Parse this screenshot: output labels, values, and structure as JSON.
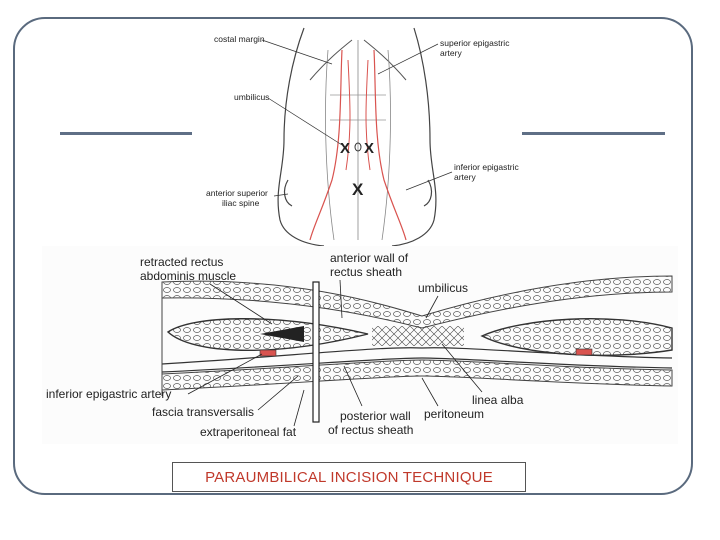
{
  "figure_top": {
    "labels": {
      "costal_margin": "costal margin",
      "superior_epigastric_1": "superior epigastric",
      "superior_epigastric_2": "artery",
      "umbilicus": "umbilicus",
      "inferior_epigastric_1": "inferior epigastric",
      "inferior_epigastric_2": "artery",
      "asis_1": "anterior superior",
      "asis_2": "iliac spine",
      "mark_x": "X"
    }
  },
  "figure_bottom": {
    "labels": {
      "retracted_1": "retracted rectus",
      "retracted_2": "abdominis muscle",
      "anterior_wall_1": "anterior wall of",
      "anterior_wall_2": "rectus sheath",
      "umbilicus": "umbilicus",
      "inferior_epigastric": "inferior epigastric artery",
      "fascia": "fascia transversalis",
      "extraperitoneal": "extraperitoneal fat",
      "posterior_wall_1": "posterior wall",
      "posterior_wall_2": "of rectus sheath",
      "linea_alba": "linea alba",
      "peritoneum": "peritoneum"
    }
  },
  "caption": "PARAUMBILICAL INCISION TECHNIQUE",
  "colors": {
    "frame": "#5a6a7e",
    "caption_text": "#c0392b",
    "vessel": "#d9534f"
  }
}
